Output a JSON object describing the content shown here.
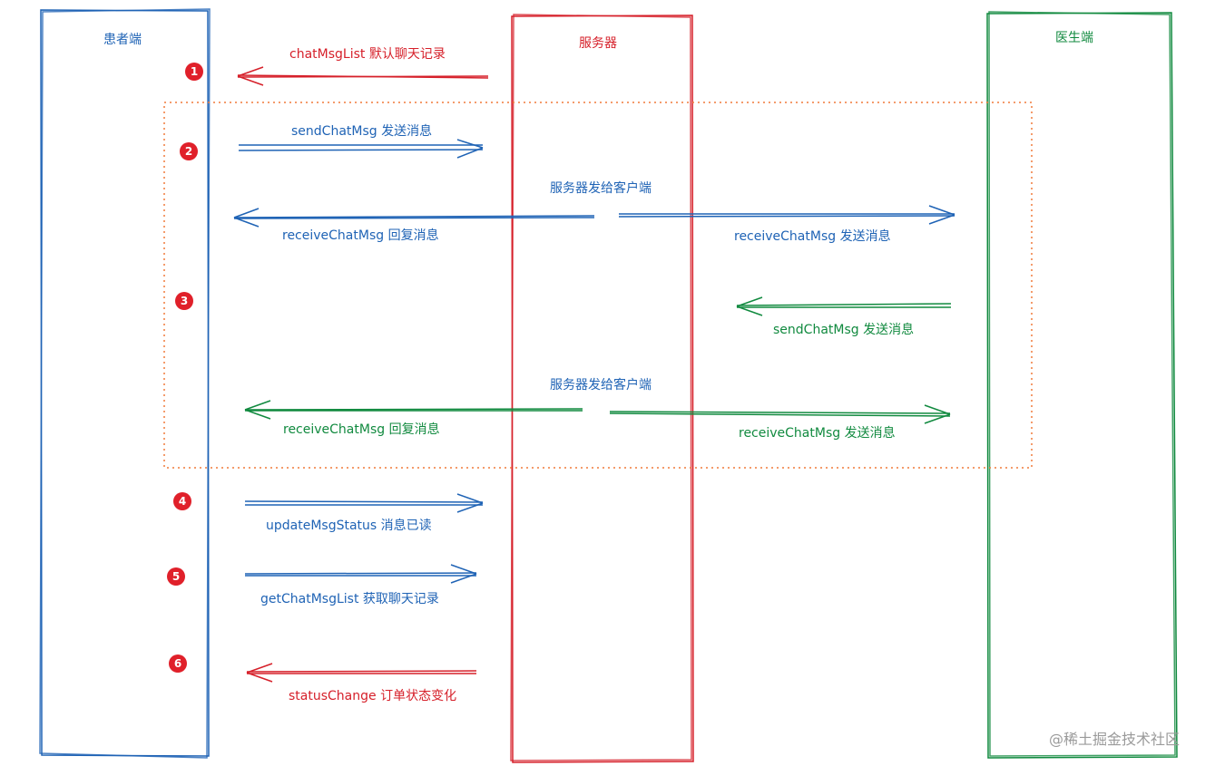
{
  "colors": {
    "patient": "#1f63b5",
    "server": "#d6202a",
    "doctor": "#118a3f",
    "group_box": "#f07a3a",
    "badge": "#e0202a"
  },
  "lanes": {
    "patient": "患者端",
    "server": "服务器",
    "doctor": "医生端"
  },
  "steps": [
    "1",
    "2",
    "3",
    "4",
    "5",
    "6"
  ],
  "messages": {
    "m1": "chatMsgList 默认聊天记录",
    "m2": "sendChatMsg 发送消息",
    "m2_server_note": "服务器发给客户端",
    "m2_to_patient": "receiveChatMsg 回复消息",
    "m2_to_doctor": "receiveChatMsg 发送消息",
    "m3": "sendChatMsg 发送消息",
    "m3_server_note": "服务器发给客户端",
    "m3_to_patient": "receiveChatMsg 回复消息",
    "m3_to_doctor": "receiveChatMsg 发送消息",
    "m4": "updateMsgStatus  消息已读",
    "m5": "getChatMsgList  获取聊天记录",
    "m6": "statusChange 订单状态变化"
  },
  "watermark": "@稀土掘金技术社区"
}
